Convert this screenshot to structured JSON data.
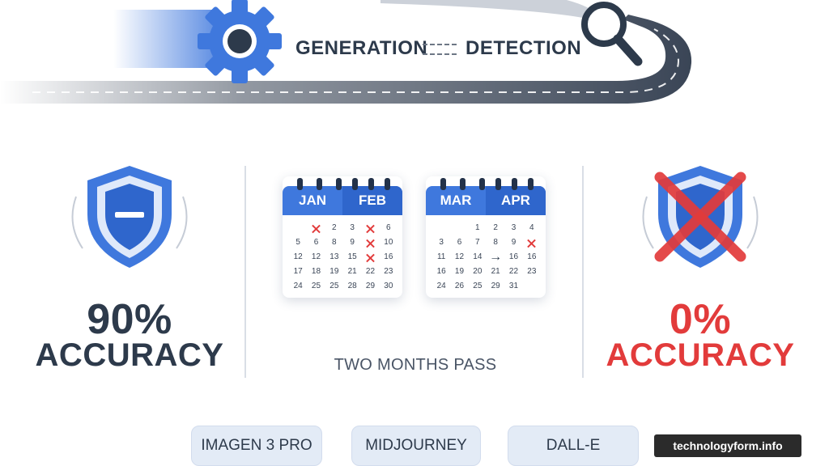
{
  "banner": {
    "generation_label": "GENERATION",
    "detection_label": "DETECTION",
    "gear_icon": "gear-icon",
    "magnifier_icon": "magnifying-glass-icon",
    "road_color": "#3a4556",
    "accent_color": "#3f78dd"
  },
  "before": {
    "percent": "90%",
    "word": "ACCURACY",
    "icon": "shield-minus-icon",
    "color": "#2d3a4b"
  },
  "after": {
    "percent": "0%",
    "word": "ACCURACY",
    "icon": "shield-crossed-icon",
    "color": "#e23b3b"
  },
  "calendars": [
    {
      "months": [
        "JAN",
        "FEB"
      ],
      "days": [
        "",
        "✕",
        "2",
        "3",
        "✕",
        "6",
        "5",
        "6",
        "8",
        "9",
        "✕",
        "10",
        "12",
        "12",
        "13",
        "15",
        "✕",
        "16",
        "17",
        "18",
        "19",
        "21",
        "22",
        "23",
        "24",
        "25",
        "25",
        "28",
        "29",
        "30",
        "",
        ""
      ]
    },
    {
      "months": [
        "MAR",
        "APR"
      ],
      "days": [
        "",
        "",
        "1",
        "2",
        "3",
        "4",
        "3",
        "6",
        "7",
        "8",
        "9",
        "✕",
        "11",
        "12",
        "14",
        "→",
        "16",
        "16",
        "16",
        "19",
        "20",
        "21",
        "22",
        "23",
        "24",
        "26",
        "25",
        "29",
        "31",
        "",
        ""
      ]
    }
  ],
  "caption": "TWO MONTHS PASS",
  "models": [
    "IMAGEN 3 PRO",
    "MIDJOURNEY",
    "DALL-E"
  ],
  "watermark": "technologyform.info"
}
